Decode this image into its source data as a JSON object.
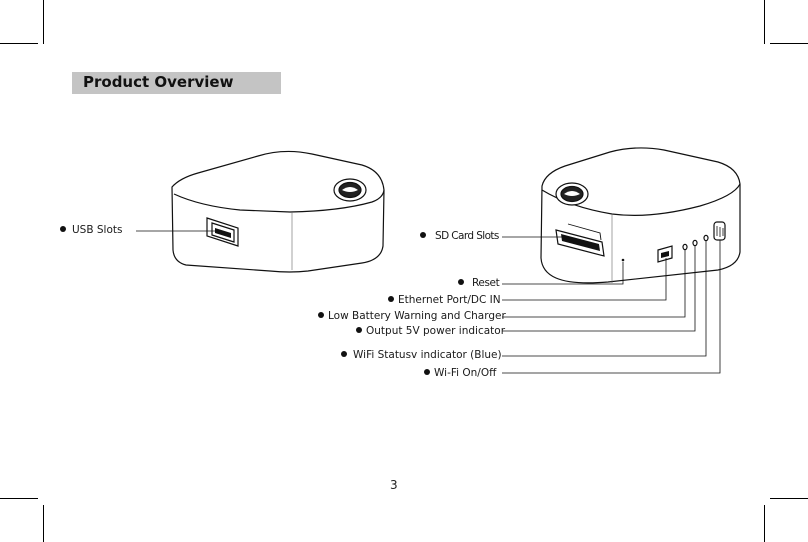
{
  "section_title": "Product Overview",
  "page_number": "3",
  "labels": {
    "usb_slots": "USB Slots",
    "sd_card_slots": "SD Card Slots",
    "reset": "Reset",
    "ethernet_port": "Ethernet Port/DC IN",
    "low_battery": "Low Battery Warning and Charger",
    "output_power": "Output 5V power indicator",
    "wifi_status": "WiFi Statusv indicator (Blue)",
    "wifi_onoff": "Wi-Fi On/Off"
  }
}
